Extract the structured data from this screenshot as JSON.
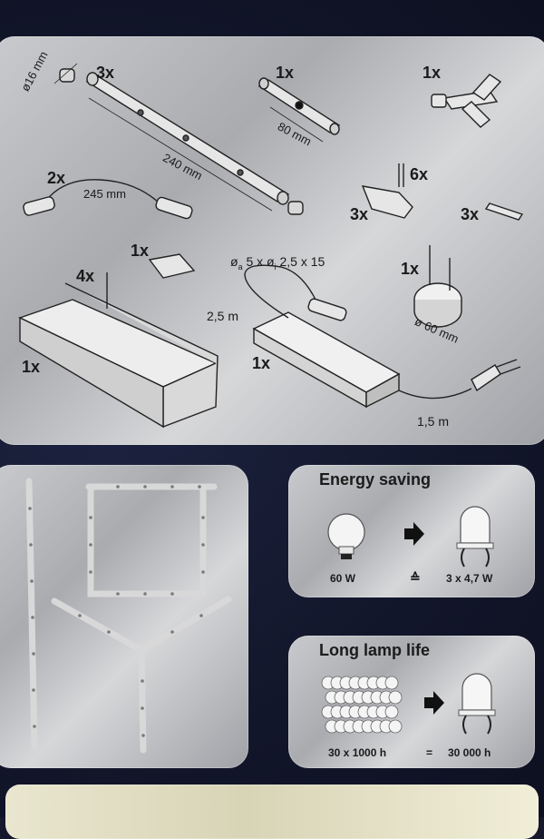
{
  "parts": {
    "qty_tube": "3x",
    "dim_diameter": "ø16 mm",
    "dim_tube_length": "240 mm",
    "qty_connector": "1x",
    "dim_connector": "80 mm",
    "qty_splitter": "1x",
    "qty_cable": "2x",
    "dim_cable": "245 mm",
    "qty_screws_6": "6x",
    "qty_clip": "3x",
    "qty_strip": "3x",
    "qty_pad": "1x",
    "qty_screws_4": "4x",
    "qty_channel": "1x",
    "cable_spec_prefix": "ø",
    "cable_spec_a": "a",
    "cable_spec_mid": " 5 x ø",
    "cable_spec_i": "i",
    "cable_spec_rest": " 2,5 x 15",
    "dim_lead": "2,5 m",
    "qty_driver": "1x",
    "qty_junction": "1x",
    "dim_junction": "ø 60 mm",
    "dim_mains": "1,5 m"
  },
  "energy": {
    "title": "Energy saving",
    "left_value": "60 W",
    "equiv_symbol": "≙",
    "right_value": "3 x 4,7 W"
  },
  "life": {
    "title": "Long lamp life",
    "left_value": "30 x 1000 h",
    "equals": "=",
    "right_value": "30 000 h"
  },
  "icons": [
    "arrow-right-icon",
    "incandescent-bulb-icon",
    "led-icon"
  ]
}
